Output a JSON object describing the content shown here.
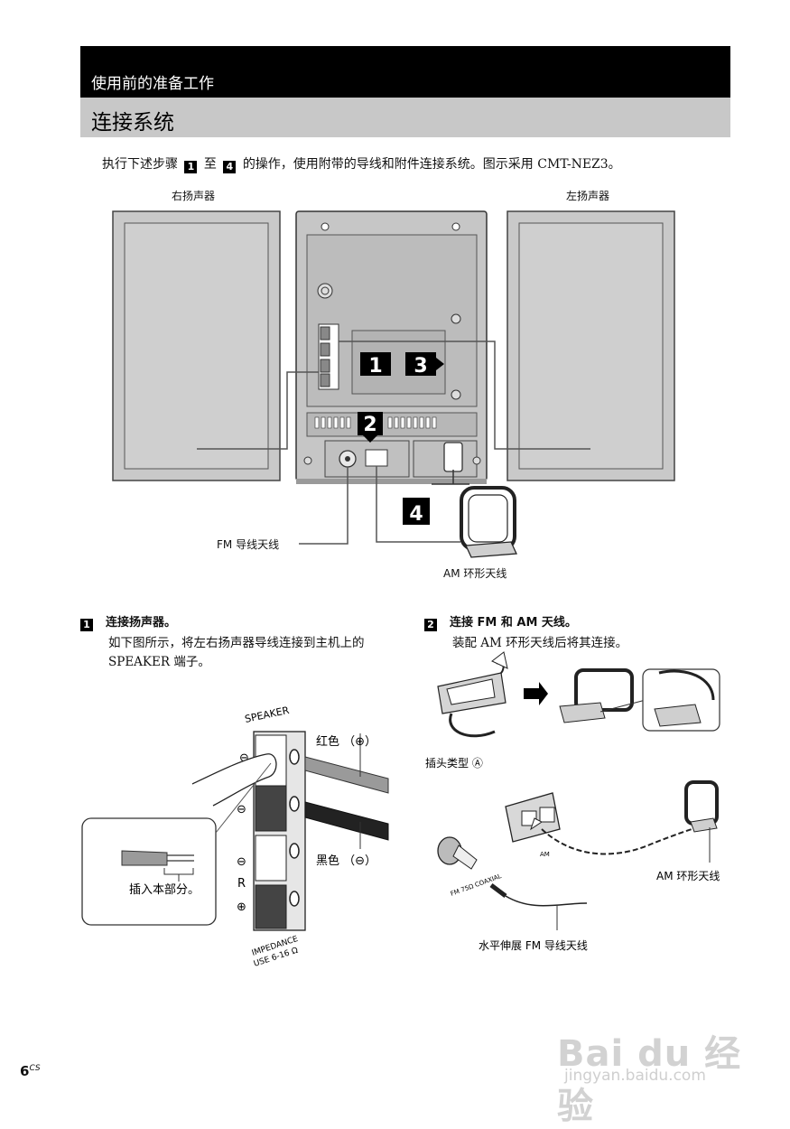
{
  "header": {
    "section_label": "使用前的准备工作",
    "page_title": "连接系统"
  },
  "intro": {
    "before": "执行下述步骤",
    "step_a": "1",
    "middle": "至",
    "step_b": "4",
    "after": "的操作，使用附带的导线和附件连接系统。图示采用 CMT-NEZ3。"
  },
  "main_diagram": {
    "right_speaker": "右扬声器",
    "left_speaker": "左扬声器",
    "callout_1": "1",
    "callout_2": "2",
    "callout_3": "3",
    "callout_4": "4",
    "fm_lead_antenna": "FM 导线天线",
    "am_loop_antenna": "AM 环形天线"
  },
  "step1": {
    "num": "1",
    "heading": "连接扬声器。",
    "text": "如下图所示，将左右扬声器导线连接到主机上的 SPEAKER 端子。",
    "speaker_label": "SPEAKER",
    "red_label": "红色 （⊕）",
    "black_label": "黑色 （⊖）",
    "insert_label": "插入本部分。",
    "r_label": "R",
    "impedance_line1": "IMPEDANCE",
    "impedance_line2": "USE 6-16 Ω"
  },
  "step2": {
    "num": "2",
    "heading": "连接 FM 和 AM 天线。",
    "text": "装配 AM 环形天线后将其连接。",
    "plug_type": "插头类型 Ⓐ",
    "am_small": "AM",
    "fm_coaxial": "FM 75Ω COAXIAL",
    "am_loop_antenna": "AM 环形天线",
    "fm_horizontal": "水平伸展 FM 导线天线"
  },
  "footer": {
    "page_number": "6",
    "page_suffix": "CS"
  },
  "watermark": {
    "brand": "Bai du 经验",
    "url": "jingyan.baidu.com"
  }
}
